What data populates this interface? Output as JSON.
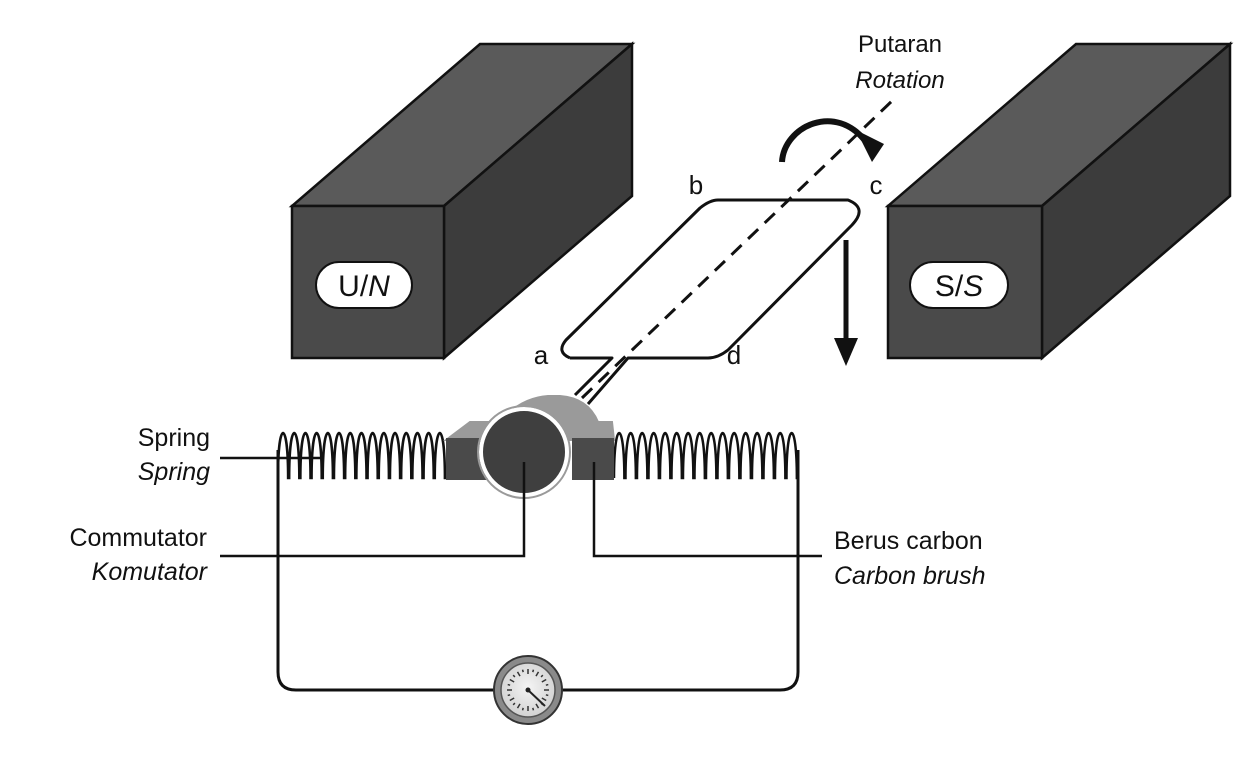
{
  "diagram": {
    "colors": {
      "magnet_face": "#4a4a4a",
      "magnet_side": "#3a3a3a",
      "commutator": "#3f3f3f",
      "brush": "#4a4a4a",
      "holder": "#9a9a9a",
      "line": "#111111"
    },
    "poles": {
      "north": {
        "malay": "U",
        "sep": "/",
        "english": "N"
      },
      "south": {
        "malay": "S",
        "sep": "/",
        "english": "S"
      }
    },
    "coil_corners": {
      "a": "a",
      "b": "b",
      "c": "c",
      "d": "d"
    },
    "labels": {
      "rotation": {
        "malay": "Putaran",
        "english": "Rotation"
      },
      "spring": {
        "malay": "Spring",
        "english": "Spring"
      },
      "commutator": {
        "malay": "Commutator",
        "english": "Komutator"
      },
      "brush": {
        "malay": "Berus carbon",
        "english": "Carbon brush"
      }
    },
    "icons": [
      "rotation-arrow-icon",
      "force-arrow-icon",
      "meter-icon"
    ]
  }
}
